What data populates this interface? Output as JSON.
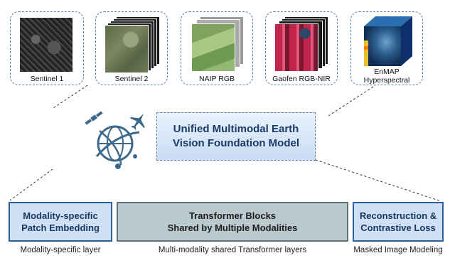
{
  "sources": [
    {
      "label": "Sentinel 1"
    },
    {
      "label": "Sentinel 2"
    },
    {
      "label": "NAIP RGB"
    },
    {
      "label": "Gaofen RGB-NIR"
    },
    {
      "label_line1": "EnMAP",
      "label_line2": "Hyperspectral"
    }
  ],
  "center": {
    "title_line1": "Unified Multimodal Earth",
    "title_line2": "Vision Foundation Model"
  },
  "bars": {
    "left": {
      "line1": "Modality-specific",
      "line2": "Patch Embedding",
      "caption": "Modality-specific layer"
    },
    "middle": {
      "line1": "Transformer Blocks",
      "line2": "Shared by Multiple Modalities",
      "caption": "Multi-modality shared Transformer layers"
    },
    "right": {
      "line1": "Reconstruction &",
      "line2": "Contrastive Loss",
      "caption": "Masked Image Modeling"
    }
  },
  "colors": {
    "accent_blue": "#2e5f9b",
    "panel_blue": "#cfe0f6",
    "panel_gray": "#b9c9cd",
    "dashed_border": "#5b7fa8",
    "logo_blue": "#3d6a8c"
  },
  "icons": [
    "satellite-icon",
    "airplane-icon",
    "globe-logo-icon"
  ]
}
